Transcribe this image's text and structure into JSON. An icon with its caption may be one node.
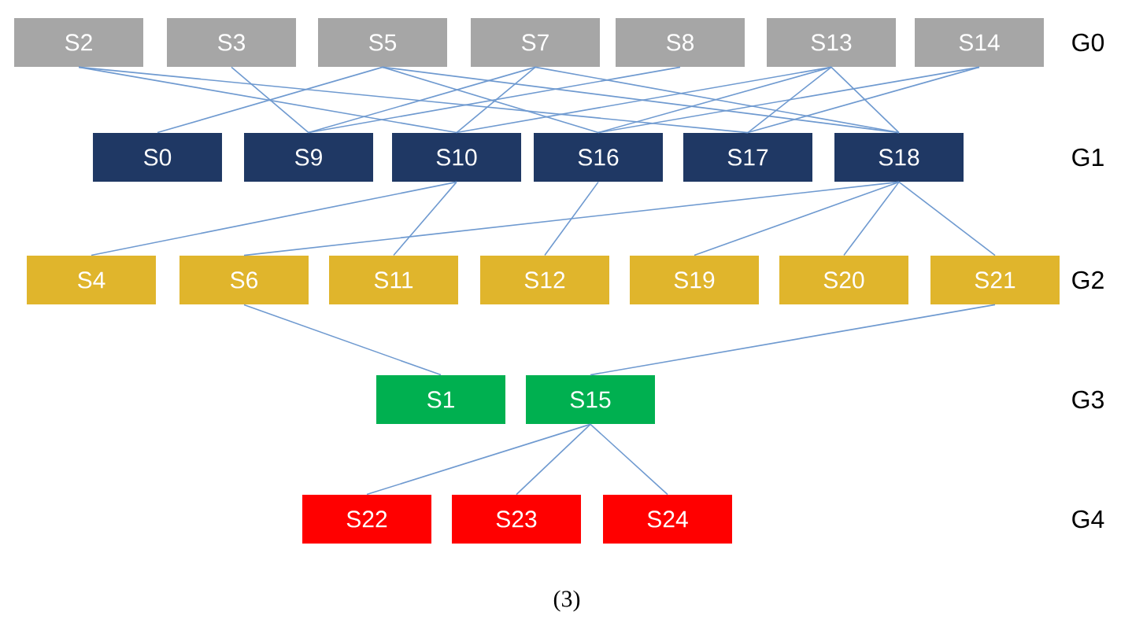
{
  "diagram": {
    "caption": "(3)",
    "nodes": [
      {
        "text": [
          "S2"
        ]
      },
      {
        "text": [
          "S3"
        ]
      },
      {
        "text": [
          "S5"
        ]
      },
      {
        "text": [
          "S7"
        ]
      },
      {
        "text": [
          "S8"
        ]
      },
      {
        "text": [
          "S13"
        ]
      },
      {
        "text": [
          "S14"
        ]
      },
      {
        "text": [
          "S0"
        ]
      },
      {
        "text": [
          "S9"
        ]
      },
      {
        "text": [
          "S10"
        ]
      },
      {
        "text": [
          "S16"
        ]
      },
      {
        "text": [
          "S17"
        ]
      },
      {
        "text": [
          "S18"
        ]
      },
      {
        "text": [
          "S4"
        ]
      },
      {
        "text": [
          "S6"
        ]
      },
      {
        "text": [
          "S11"
        ]
      },
      {
        "text": [
          "S12"
        ]
      },
      {
        "text": [
          "S19"
        ]
      },
      {
        "text": [
          "S20"
        ]
      },
      {
        "text": [
          "S21"
        ]
      },
      {
        "text": [
          "S1"
        ]
      },
      {
        "text": [
          "S15"
        ]
      },
      {
        "text": [
          "S22"
        ]
      },
      {
        "text": [
          "S23"
        ]
      },
      {
        "text": [
          "S24"
        ]
      }
    ],
    "edges": [
      {
        "from": 0,
        "to": 9,
        "arrow": "none"
      },
      {
        "from": 0,
        "to": 11,
        "arrow": "none"
      },
      {
        "from": 1,
        "to": 8,
        "arrow": "none"
      },
      {
        "from": 2,
        "to": 7,
        "arrow": "none"
      },
      {
        "from": 2,
        "to": 10,
        "arrow": "none"
      },
      {
        "from": 2,
        "to": 12,
        "arrow": "none"
      },
      {
        "from": 3,
        "to": 8,
        "arrow": "none"
      },
      {
        "from": 3,
        "to": 9,
        "arrow": "none"
      },
      {
        "from": 3,
        "to": 12,
        "arrow": "none"
      },
      {
        "from": 4,
        "to": 8,
        "arrow": "none"
      },
      {
        "from": 5,
        "to": 9,
        "arrow": "none"
      },
      {
        "from": 5,
        "to": 10,
        "arrow": "none"
      },
      {
        "from": 5,
        "to": 11,
        "arrow": "none"
      },
      {
        "from": 5,
        "to": 12,
        "arrow": "none"
      },
      {
        "from": 6,
        "to": 10,
        "arrow": "none"
      },
      {
        "from": 6,
        "to": 11,
        "arrow": "none"
      },
      {
        "from": 9,
        "to": 13,
        "arrow": "none"
      },
      {
        "from": 9,
        "to": 15,
        "arrow": "none"
      },
      {
        "from": 10,
        "to": 16,
        "arrow": "none"
      },
      {
        "from": 12,
        "to": 14,
        "arrow": "none"
      },
      {
        "from": 12,
        "to": 17,
        "arrow": "none"
      },
      {
        "from": 12,
        "to": 18,
        "arrow": "none"
      },
      {
        "from": 12,
        "to": 19,
        "arrow": "none"
      },
      {
        "from": 14,
        "to": 20,
        "arrow": "none"
      },
      {
        "from": 19,
        "to": 21,
        "arrow": "none"
      },
      {
        "from": 21,
        "to": 22,
        "arrow": "none"
      },
      {
        "from": 21,
        "to": 23,
        "arrow": "none"
      },
      {
        "from": 21,
        "to": 24,
        "arrow": "none"
      }
    ],
    "labels": [
      "G0",
      "G1",
      "G2",
      "G3",
      "G4"
    ]
  }
}
